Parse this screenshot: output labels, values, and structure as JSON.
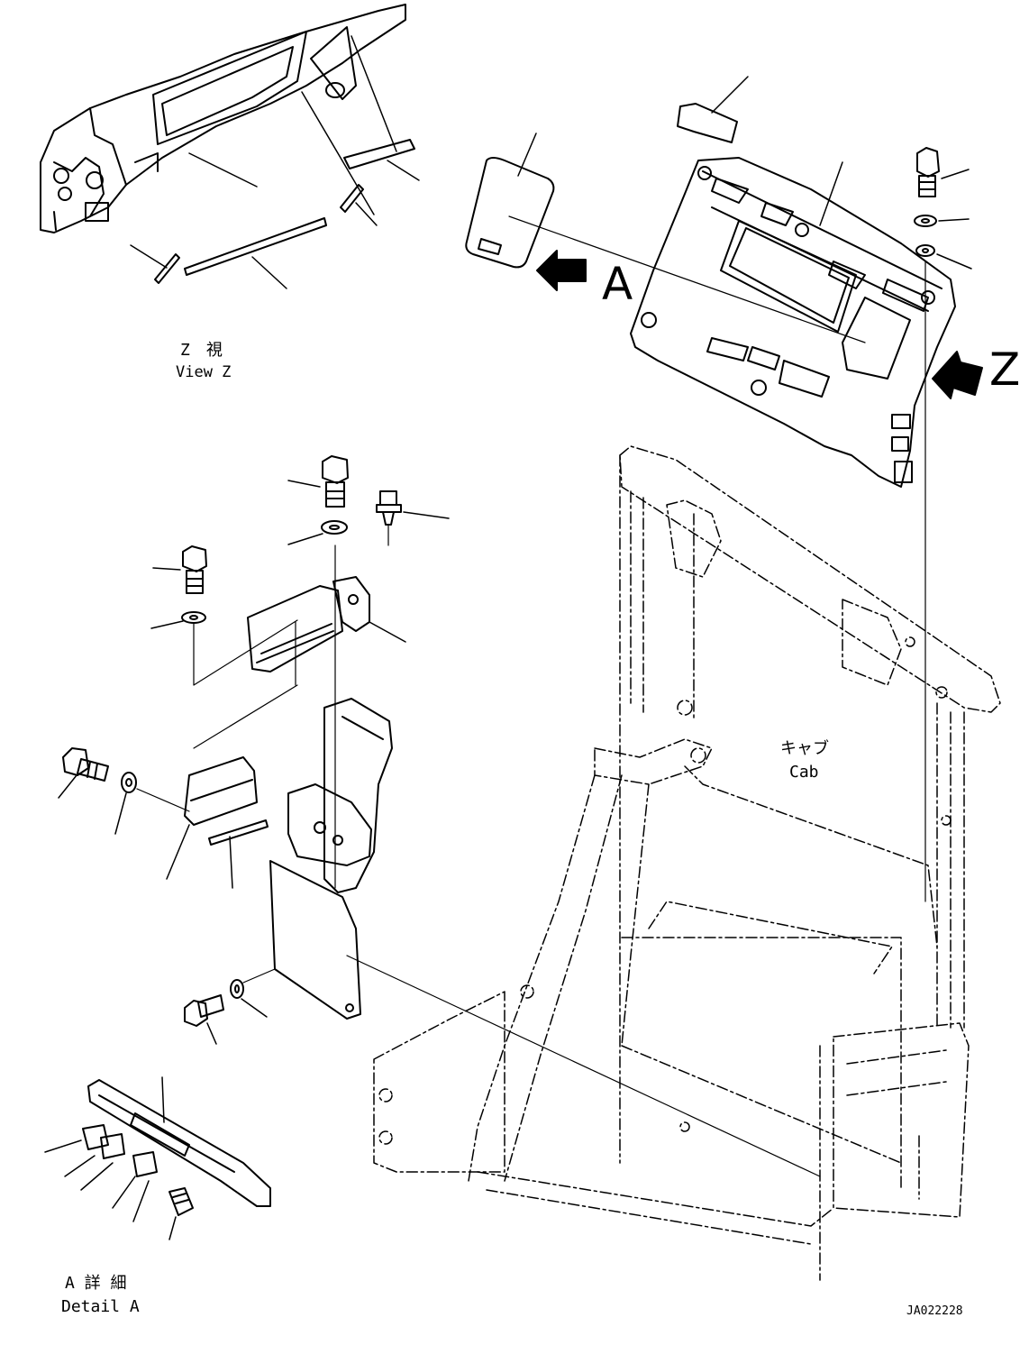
{
  "view_z": {
    "jp": "Z　視",
    "en": "View  Z"
  },
  "cab": {
    "jp": "キャブ",
    "en": "Cab"
  },
  "detail_a": {
    "jp": "A 詳 細",
    "en": "Detail A"
  },
  "arrow_a_label": "A",
  "arrow_z_label": "Z",
  "drawing_id": "JA022228"
}
